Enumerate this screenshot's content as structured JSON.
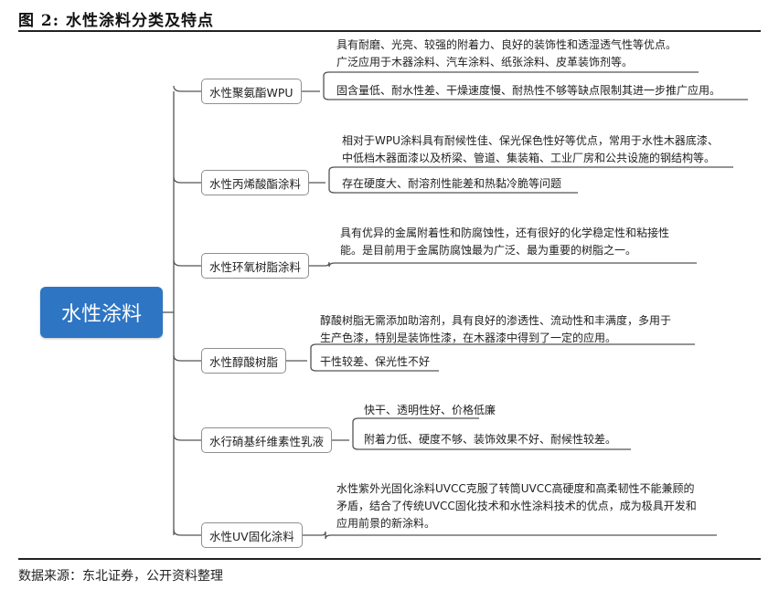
{
  "figure": {
    "title": "图  2:  水性涂料分类及特点",
    "source": "数据来源：东北证券，公开资料整理"
  },
  "root": {
    "label": "水性涂料"
  },
  "branches": [
    {
      "label": "水性聚氨酯WPU",
      "notes": [
        [
          "具有耐磨、光亮、较强的附着力、良好的装饰性和透湿透气性等优点。",
          "广泛应用于木器涂料、汽车涂料、纸张涂料、皮革装饰剂等。"
        ],
        [
          "固含量低、耐水性差、干燥速度慢、耐热性不够等缺点限制其进一步推广应用。"
        ]
      ]
    },
    {
      "label": "水性丙烯酸酯涂料",
      "notes": [
        [
          "相对于WPU涂料具有耐候性佳、保光保色性好等优点，常用于水性木器底漆、",
          "中低档木器面漆以及桥梁、管道、集装箱、工业厂房和公共设施的钢结构等。"
        ],
        [
          "存在硬度大、耐溶剂性能差和热黏冷脆等问题"
        ]
      ]
    },
    {
      "label": "水性环氧树脂涂料",
      "notes": [
        [
          "具有优异的金属附着性和防腐蚀性，还有很好的化学稳定性和粘接性",
          "能。是目前用于金属防腐蚀最为广泛、最为重要的树脂之一。"
        ]
      ]
    },
    {
      "label": "水性醇酸树脂",
      "notes": [
        [
          "醇酸树脂无需添加助溶剂，具有良好的渗透性、流动性和丰满度，多用于",
          "生产色漆，特别是装饰性漆，在木器漆中得到了一定的应用。"
        ],
        [
          "干性较差、保光性不好"
        ]
      ]
    },
    {
      "label": "水行硝基纤维素性乳液",
      "notes": [
        [
          "快干、透明性好、价格低廉"
        ],
        [
          "附着力低、硬度不够、装饰效果不好、耐候性较差。"
        ]
      ]
    },
    {
      "label": "水性UV固化涂料",
      "notes": [
        [
          "水性紫外光固化涂料UVCC克服了转筒UVCC高硬度和高柔韧性不能兼顾的",
          "矛盾，结合了传统UVCC固化技术和水性涂料技术的优点，成为极具开发和",
          "应用前景的新涂料。"
        ]
      ]
    }
  ]
}
